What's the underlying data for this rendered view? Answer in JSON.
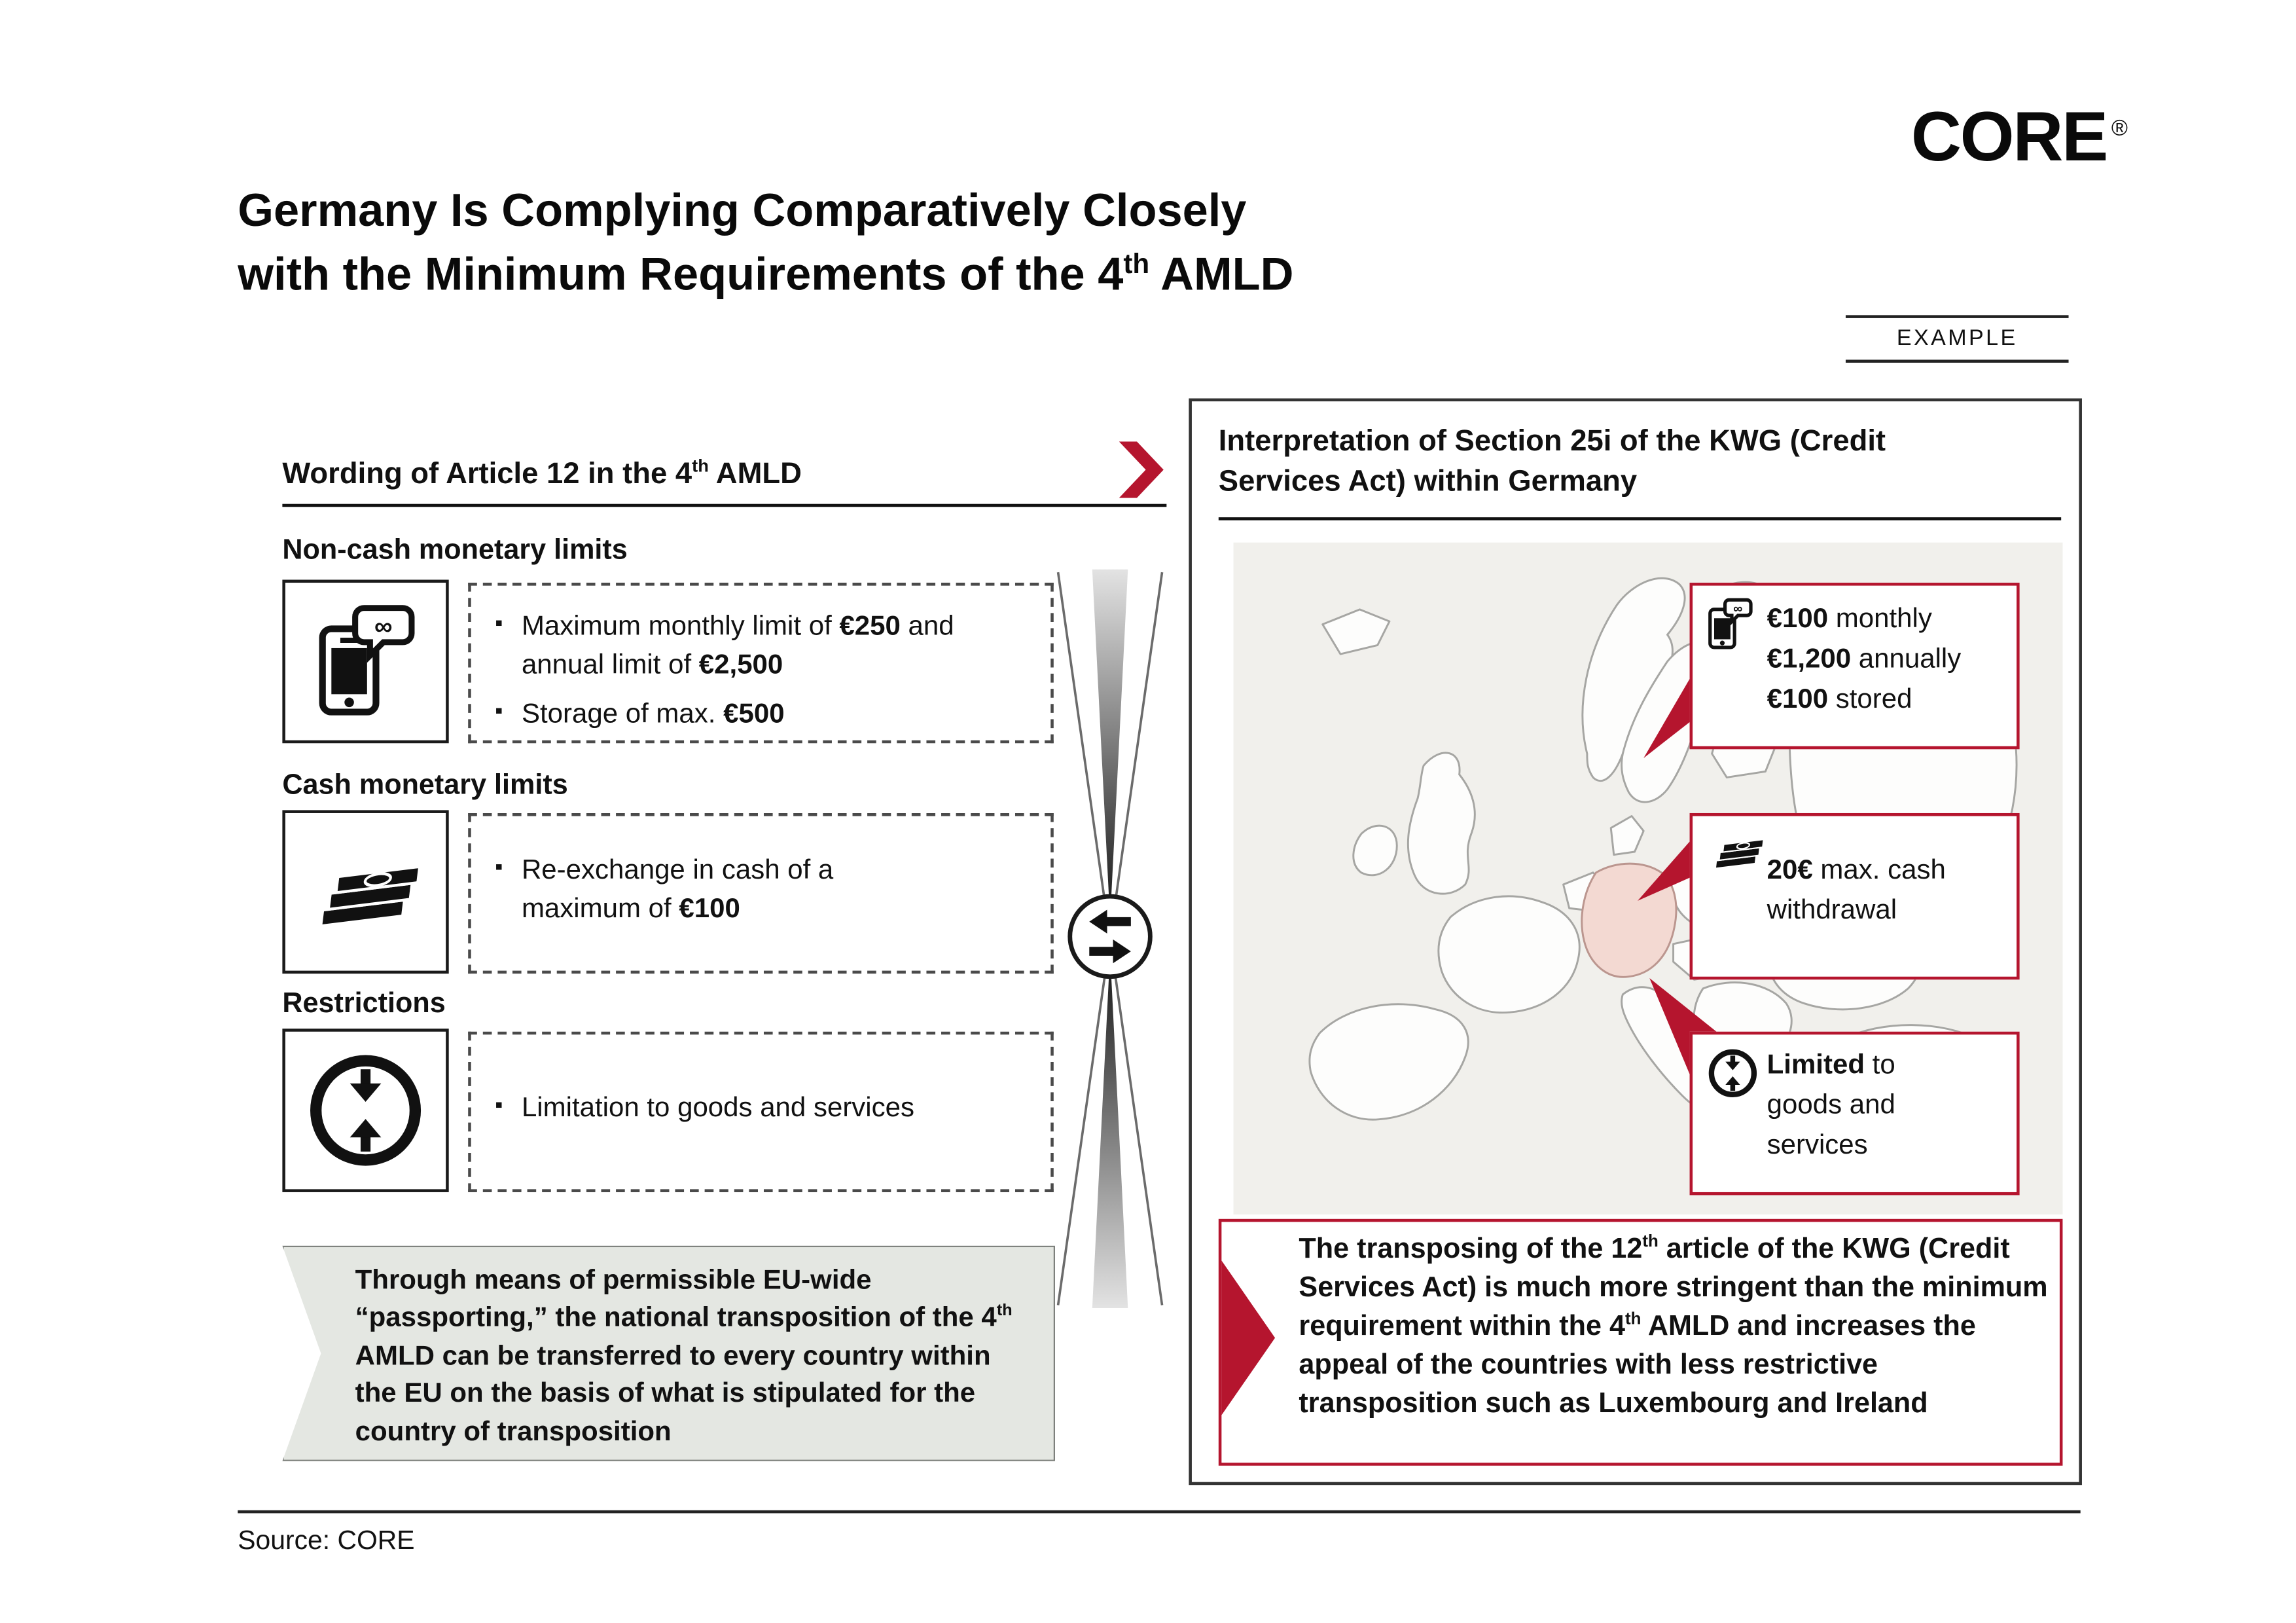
{
  "logo": {
    "name": "CORE",
    "mark": "®"
  },
  "header": {
    "title_line1": "Germany Is Complying Comparatively Closely",
    "title_line2": [
      {
        "t": "with the Minimum Requirements of the 4"
      },
      {
        "t": "th",
        "sup": true
      },
      {
        "t": " AMLD"
      }
    ],
    "example_label": "EXAMPLE"
  },
  "left_panel": {
    "heading": [
      {
        "t": "Wording of Article 12 in the 4"
      },
      {
        "t": "th",
        "sup": true
      },
      {
        "t": " AMLD"
      }
    ],
    "sections": [
      {
        "label": "Non-cash monetary limits",
        "icon": "phone-chat-icon",
        "bullets": [
          [
            {
              "t": "Maximum monthly limit of "
            },
            {
              "t": "€250",
              "b": true
            },
            {
              "t": " and annual limit of "
            },
            {
              "t": "€2,500",
              "b": true
            }
          ],
          [
            {
              "t": "Storage of max. "
            },
            {
              "t": "€500",
              "b": true
            }
          ]
        ]
      },
      {
        "label": "Cash monetary limits",
        "icon": "banknotes-icon",
        "bullets": [
          [
            {
              "t": "Re-exchange in cash of a maximum of "
            },
            {
              "t": "€100",
              "b": true
            }
          ]
        ]
      },
      {
        "label": "Restrictions",
        "icon": "goods-restriction-icon",
        "bullets": [
          [
            {
              "t": "Limitation to goods and services"
            }
          ]
        ]
      }
    ],
    "note": [
      {
        "t": "Through means of permissible EU-wide “passporting,” the national transposition of the 4"
      },
      {
        "t": "th",
        "sup": true
      },
      {
        "t": " AMLD can be transferred to every country within the EU on the basis of what is stipulated for the country of transposition"
      }
    ]
  },
  "right_panel": {
    "heading": "Interpretation of Section 25i of the KWG (Credit Services Act) within Germany",
    "callouts": [
      {
        "icon": "phone-chat-icon",
        "lines": [
          [
            {
              "t": "€100",
              "b": true
            },
            {
              "t": " monthly"
            }
          ],
          [
            {
              "t": "€1,200",
              "b": true
            },
            {
              "t": " annually"
            }
          ],
          [
            {
              "t": "€100",
              "b": true
            },
            {
              "t": " stored"
            }
          ]
        ]
      },
      {
        "icon": "banknotes-icon",
        "lines": [
          [
            {
              "t": "20€",
              "b": true
            },
            {
              "t": " max. cash withdrawal"
            }
          ]
        ]
      },
      {
        "icon": "goods-restriction-icon",
        "lines": [
          [
            {
              "t": "Limited",
              "b": true
            },
            {
              "t": " to goods and services"
            }
          ]
        ]
      }
    ],
    "summary": [
      {
        "t": "The transposing of the 12"
      },
      {
        "t": "th",
        "sup": true
      },
      {
        "t": " article of the KWG (Credit Services Act) is much more stringent than the minimum requirement within the 4"
      },
      {
        "t": "th",
        "sup": true
      },
      {
        "t": " AMLD and increases the appeal of the countries with less restrictive transposition such as Luxembourg and Ireland"
      }
    ]
  },
  "footer": {
    "source": "Source: CORE"
  },
  "colors": {
    "accent_red": "#b5152e",
    "germany_fill": "#f3d9d2",
    "map_background": "#f1f0ec",
    "note_background": "#e4e7e2",
    "text": "#111111"
  }
}
